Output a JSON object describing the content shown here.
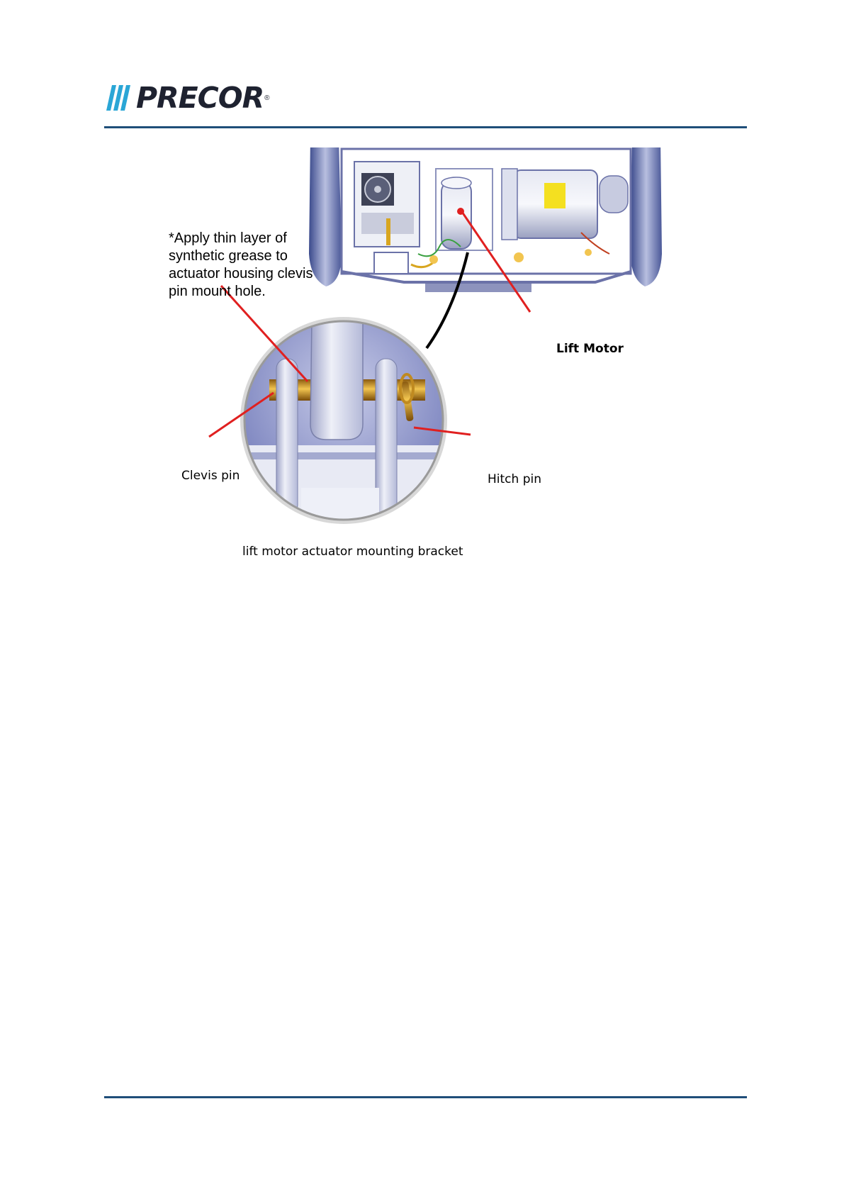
{
  "header": {
    "brand": "PRECOR",
    "brand_mark": "®",
    "rule_color": "#1f4e79"
  },
  "figure": {
    "callouts": {
      "grease_note": "*Apply thin layer of synthetic grease to actuator housing clevis pin mount hole.",
      "lift_motor": "Lift Motor",
      "clevis_pin": "Clevis pin",
      "hitch_pin": "Hitch pin",
      "bracket": "lift motor actuator mounting bracket"
    },
    "leader_color": "#e02020"
  }
}
